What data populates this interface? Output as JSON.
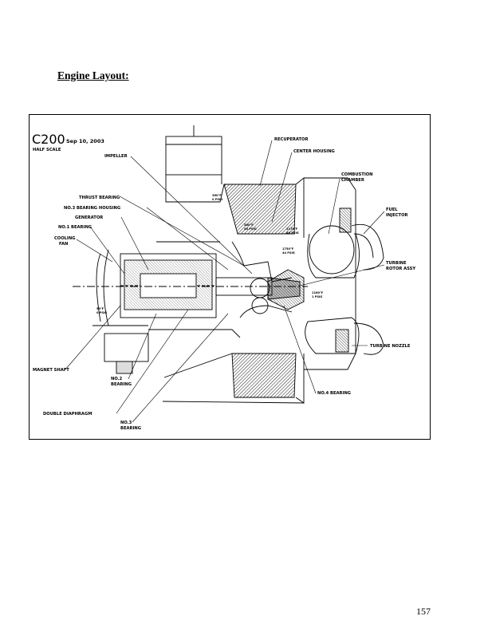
{
  "page": {
    "heading": "Engine Layout:",
    "page_number": "157"
  },
  "drawing": {
    "model": "C200",
    "date": "Sep 10, 2003",
    "scale": "HALF SCALE",
    "labels": {
      "recuperator": "RECUPERATOR",
      "center_housing": "CENTER HOUSING",
      "impeller": "IMPELLER",
      "combustion_1": "COMBUSTION",
      "combustion_2": "CHAMBER",
      "fuel_1": "FUEL",
      "fuel_2": "INJECTOR",
      "thrust_bearing": "THRUST BEARING",
      "no3_housing": "NO.3 BEARING HOUSING",
      "generator": "GENERATOR",
      "no1_bearing": "NO.1 BEARING",
      "cooling_1": "COOLING",
      "cooling_2": "FAN",
      "turbine_rotor_1": "TURBINE",
      "turbine_rotor_2": "ROTOR ASSY",
      "turbine_nozzle": "TURBINE NOZZLE",
      "magnet_shaft": "MAGNET SHAFT",
      "no2_1": "NO.2",
      "no2_2": "BEARING",
      "no4_bearing": "NO.4 BEARING",
      "double_diaphragm": "DOUBLE DIAPHRAGM",
      "no3_1": "NO.3",
      "no3_2": "BEARING"
    },
    "annotations": {
      "a1_1": "360°F",
      "a1_2": "0 PSIG",
      "a2_1": "380°F",
      "a2_2": "46 PSIG",
      "a3_1": "1170°F",
      "a3_2": "46 PSIG",
      "a4_1": "1750°F",
      "a4_2": "44 PSIG",
      "a5_1": "1160°F",
      "a5_2": "1 PSIG",
      "a6_1": "59°F",
      "a6_2": "0 PSIG"
    }
  }
}
